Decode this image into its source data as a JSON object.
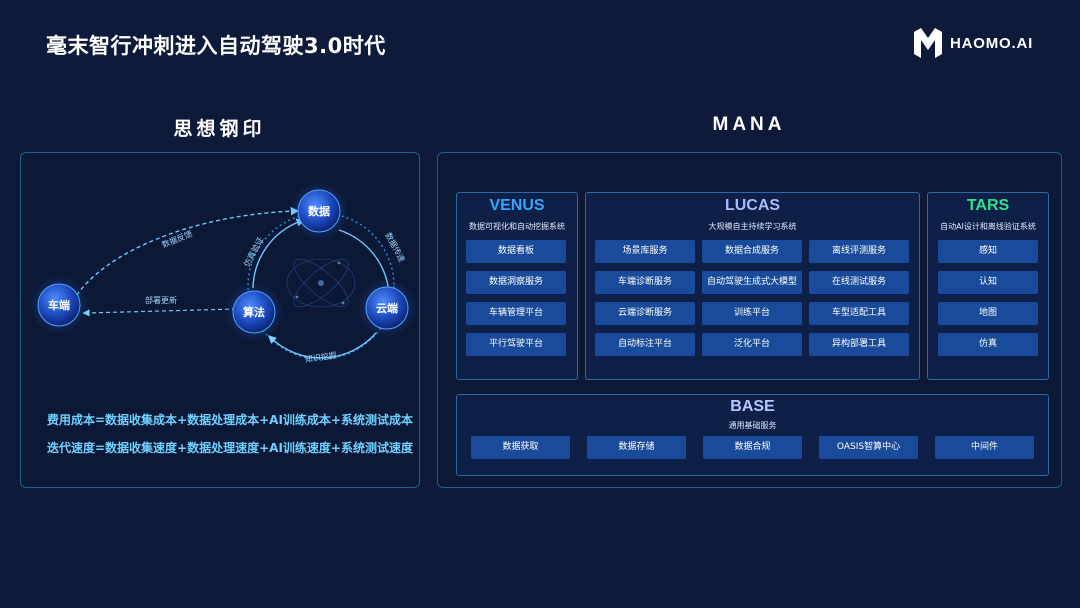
{
  "header": {
    "title": "毫末智行冲刺进入自动驾驶3.0时代",
    "logo_text": "HAOMO.AI"
  },
  "left": {
    "title": "思想钢印",
    "nodes": {
      "car": "车端",
      "data": "数据",
      "cloud": "云端",
      "algo": "算法"
    },
    "edges": {
      "data_feedback": "数据反馈",
      "data_transfer": "数据传递",
      "sim_verify": "仿真验证",
      "deploy_update": "部署更新",
      "knowledge_mining": "知识挖掘"
    },
    "formula_cost": "费用成本=数据收集成本+数据处理成本+AI训练成本+系统测试成本",
    "formula_speed": "迭代速度=数据收集速度+数据处理速度+AI训练速度+系统测试速度"
  },
  "right": {
    "title": "MANA",
    "venus": {
      "title": "VENUS",
      "subtitle": "数据可视化和自动挖掘系统",
      "items": [
        "数据看板",
        "数据洞察服务",
        "车辆管理平台",
        "平行驾驶平台"
      ]
    },
    "lucas": {
      "title": "LUCAS",
      "subtitle": "大规模自主持续学习系统",
      "items": [
        "场景库服务",
        "数据合成服务",
        "离线评测服务",
        "车端诊断服务",
        "自动驾驶生成式大模型",
        "在线测试服务",
        "云端诊断服务",
        "训练平台",
        "车型适配工具",
        "自动标注平台",
        "泛化平台",
        "异构部署工具"
      ]
    },
    "tars": {
      "title": "TARS",
      "subtitle": "自动AI设计和离线验证系统",
      "items": [
        "感知",
        "认知",
        "地图",
        "仿真"
      ]
    },
    "base": {
      "title": "BASE",
      "subtitle": "通用基础服务",
      "items": [
        "数据获取",
        "数据存储",
        "数据合规",
        "OASIS智算中心",
        "中间件"
      ]
    }
  },
  "colors": {
    "background": "#0d1a3a",
    "panel_border": "#1f5f8f",
    "button": "#1a4b9a",
    "venus_title": "#2fa8ff",
    "lucas_title": "#a9bcff",
    "tars_title": "#2fe08a",
    "base_title": "#b8c8ff",
    "formula": "#6fd0ff"
  }
}
